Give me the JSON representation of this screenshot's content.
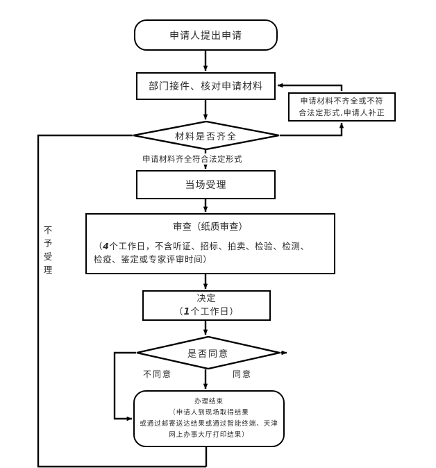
{
  "meta": {
    "title": "行政许可办理流程图",
    "line_color": "#000000",
    "text_color": "#2b2b2b",
    "background": "#ffffff"
  },
  "nodes": {
    "apply": {
      "shape": "rounded-rect",
      "lines": [
        "申请人提出申请"
      ]
    },
    "receive": {
      "shape": "rect",
      "lines": [
        "部门接件、核对申请材料"
      ]
    },
    "supplement": {
      "shape": "rect",
      "lines": [
        "申请材料不齐全或不符",
        "合法定形式,申请人补正"
      ]
    },
    "complete": {
      "shape": "diamond",
      "label": "材料是否齐全"
    },
    "accept": {
      "shape": "rect",
      "lines": [
        "当场受理"
      ]
    },
    "review": {
      "shape": "rect",
      "title": "审查（纸质审查）",
      "body": [
        "（4个工作日，不含听证、招标、拍卖、检验、检测、",
        "检疫、鉴定或专家评审时间）"
      ],
      "body_emphasis": "4"
    },
    "decide": {
      "shape": "rect",
      "lines": [
        "决定",
        "（1个工作日）"
      ],
      "emphasis": "1"
    },
    "agree": {
      "shape": "diamond",
      "label": "是否同意"
    },
    "finish": {
      "shape": "rounded-rect",
      "lines": [
        "办理结束",
        "（申请人到现场取得结果",
        "或通过邮寄送达结果或通过智能终端、天津",
        "网上办事大厅打印结果）"
      ]
    }
  },
  "edge_labels": {
    "qualified": "申请材料齐全符合法定形式",
    "disagree": "不同意",
    "agree": "同意",
    "reject": [
      "不",
      "予",
      "受",
      "理"
    ]
  }
}
